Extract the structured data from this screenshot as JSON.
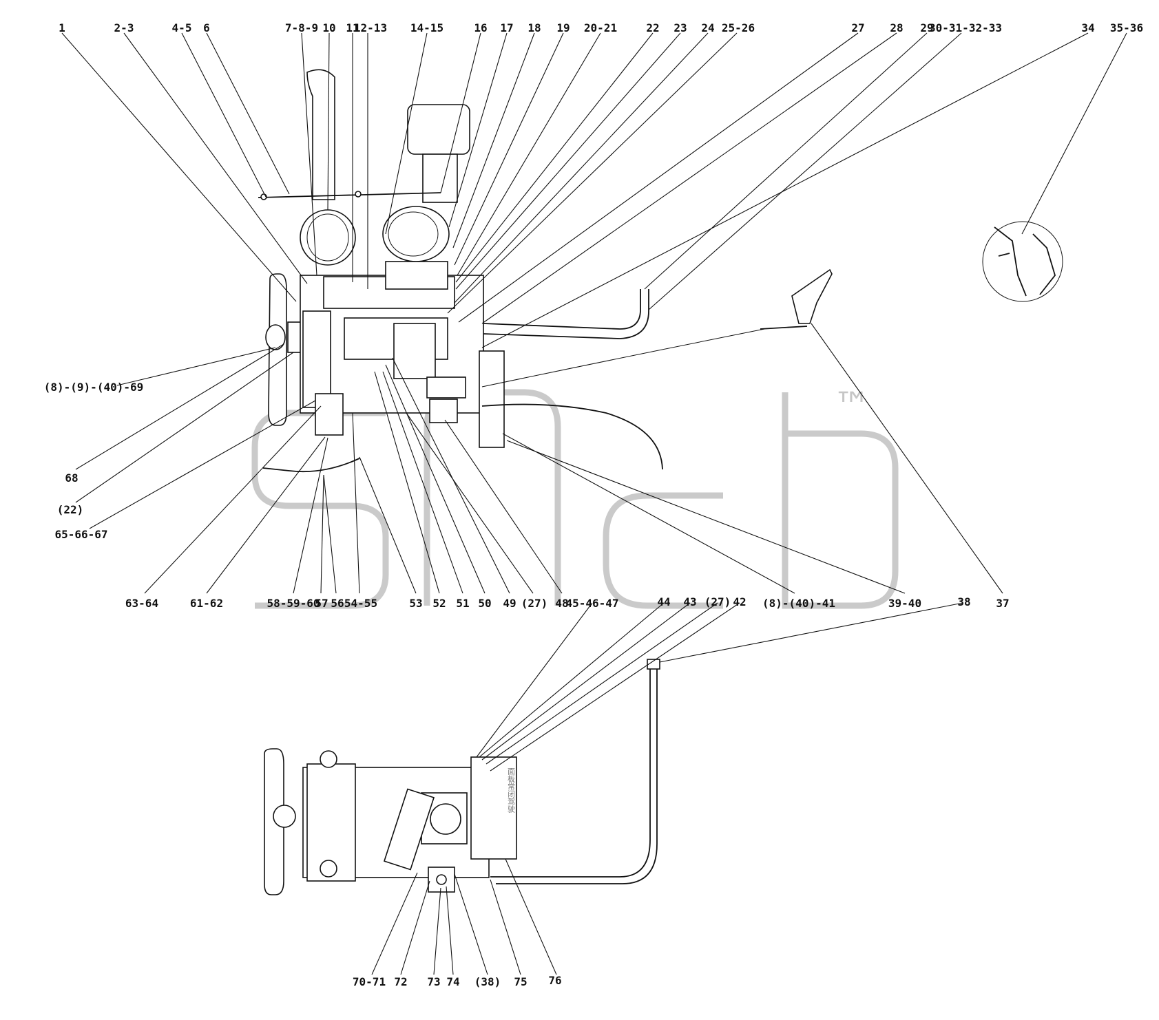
{
  "top_labels": [
    "1",
    "2-3",
    "4-5",
    "6",
    "7-8-9",
    "10",
    "11",
    "12-13",
    "14-15",
    "16",
    "17",
    "18",
    "19",
    "20-21",
    "22",
    "23",
    "24",
    "25-26",
    "27",
    "28",
    "29",
    "30-31-32-33",
    "34",
    "35-36"
  ],
  "left_labels": [
    "(8)-(9)-(40)-69",
    "68",
    "(22)",
    "65-66-67"
  ],
  "mid_labels": [
    "63-64",
    "61-62",
    "58-59-60",
    "57",
    "56",
    "54-55",
    "53",
    "52",
    "51",
    "50",
    "49",
    "(27)",
    "48",
    "45-46-47",
    "44",
    "43",
    "(27)",
    "42",
    "(8)-(40)-41",
    "39-40",
    "38",
    "37"
  ],
  "bottom_labels": [
    "70-71",
    "72",
    "73",
    "74",
    "(38)",
    "75",
    "76"
  ],
  "watermark": {
    "trademark": "™"
  },
  "label_text": "面板常闭驾驶"
}
